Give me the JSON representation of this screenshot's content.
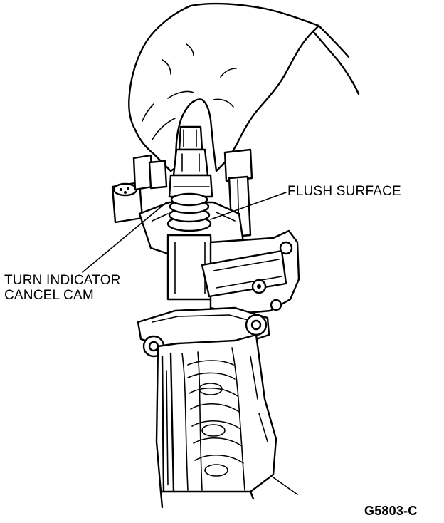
{
  "callouts": {
    "flush_surface": "FLUSH SURFACE",
    "cancel_cam_line1": "TURN INDICATOR",
    "cancel_cam_line2": "CANCEL CAM"
  },
  "figure_id": "G5803-C"
}
